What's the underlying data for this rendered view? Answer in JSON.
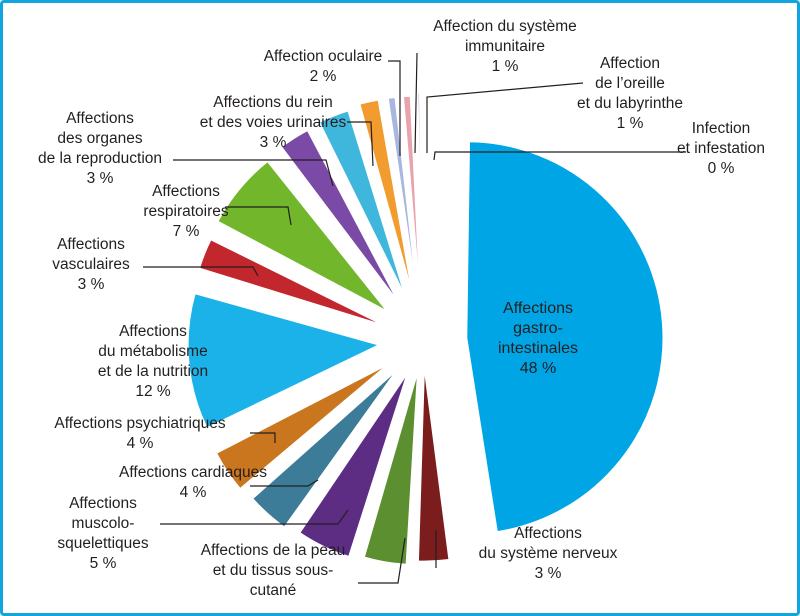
{
  "chart_data": {
    "type": "pie",
    "title": "",
    "slices": [
      {
        "name": "Affections gastro-intestinales",
        "value": 48,
        "value_label": "48 %",
        "color": "#00a5e6",
        "label_lines": [
          "Affections",
          "gastro-",
          "intestinales",
          "48 %"
        ]
      },
      {
        "name": "Affections du système nerveux",
        "value": 3,
        "value_label": "3 %",
        "color": "#7b1d1d",
        "label_lines": [
          "Affections",
          "du système nerveux",
          "3 %"
        ]
      },
      {
        "name": "Affections de la peau et du tissus sous-cutané",
        "value": 4,
        "value_label": "",
        "color": "#5b8f2f",
        "label_lines": [
          "Affections de la peau",
          "et du tissus sous-",
          "cutané"
        ]
      },
      {
        "name": "Affections muscolo-squelettiques",
        "value": 5,
        "value_label": "5 %",
        "color": "#5d2d83",
        "label_lines": [
          "Affections",
          "muscolo-",
          "squelettiques",
          "5 %"
        ]
      },
      {
        "name": "Affections cardiaques",
        "value": 4,
        "value_label": "4 %",
        "color": "#3c7c98",
        "label_lines": [
          "Affections cardiaques",
          "4 %"
        ]
      },
      {
        "name": "Affections psychiatriques",
        "value": 4,
        "value_label": "4 %",
        "color": "#c9761e",
        "label_lines": [
          "Affections psychiatriques",
          "4 %"
        ]
      },
      {
        "name": "Affections du métabolisme et de la nutrition",
        "value": 12,
        "value_label": "12 %",
        "color": "#1bb2ea",
        "label_lines": [
          "Affections",
          "du métabolisme",
          "et de la nutrition",
          "12 %"
        ]
      },
      {
        "name": "Affections vasculaires",
        "value": 3,
        "value_label": "3 %",
        "color": "#c1272d",
        "label_lines": [
          "Affections",
          "vasculaires",
          "3 %"
        ]
      },
      {
        "name": "Affections respiratoires",
        "value": 7,
        "value_label": "7 %",
        "color": "#72b62c",
        "label_lines": [
          "Affections",
          "respiratoires",
          "7 %"
        ]
      },
      {
        "name": "Affections des organes de la reproduction",
        "value": 3,
        "value_label": "3 %",
        "color": "#7a4aa6",
        "label_lines": [
          "Affections",
          "des organes",
          "de la reproduction",
          "3 %"
        ]
      },
      {
        "name": "Affections du rein et des voies urinaires",
        "value": 3,
        "value_label": "3 %",
        "color": "#3fb7dc",
        "label_lines": [
          "Affections du rein",
          "et des voies urinaires",
          "3 %"
        ]
      },
      {
        "name": "Affection oculaire",
        "value": 2,
        "value_label": "2 %",
        "color": "#f29b2e",
        "label_lines": [
          "Affection oculaire",
          "2 %"
        ]
      },
      {
        "name": "Affection du système immunitaire",
        "value": 1,
        "value_label": "1 %",
        "color": "#a8b7e0",
        "label_lines": [
          "Affection du système",
          "immunitaire",
          "1 %"
        ]
      },
      {
        "name": "Affection de l’oreille et du labyrinthe",
        "value": 1,
        "value_label": "1 %",
        "color": "#e8a3ad",
        "label_lines": [
          "Affection",
          "de l’oreille",
          "et du labyrinthe",
          "1 %"
        ]
      },
      {
        "name": "Infection et infestation",
        "value": 0,
        "value_label": "0 %",
        "color": "#c7a7d6",
        "label_lines": [
          "Infection",
          "et infestation",
          "0 %"
        ]
      }
    ],
    "legend": "none",
    "exploded": true,
    "start": "top",
    "direction": "clockwise"
  }
}
